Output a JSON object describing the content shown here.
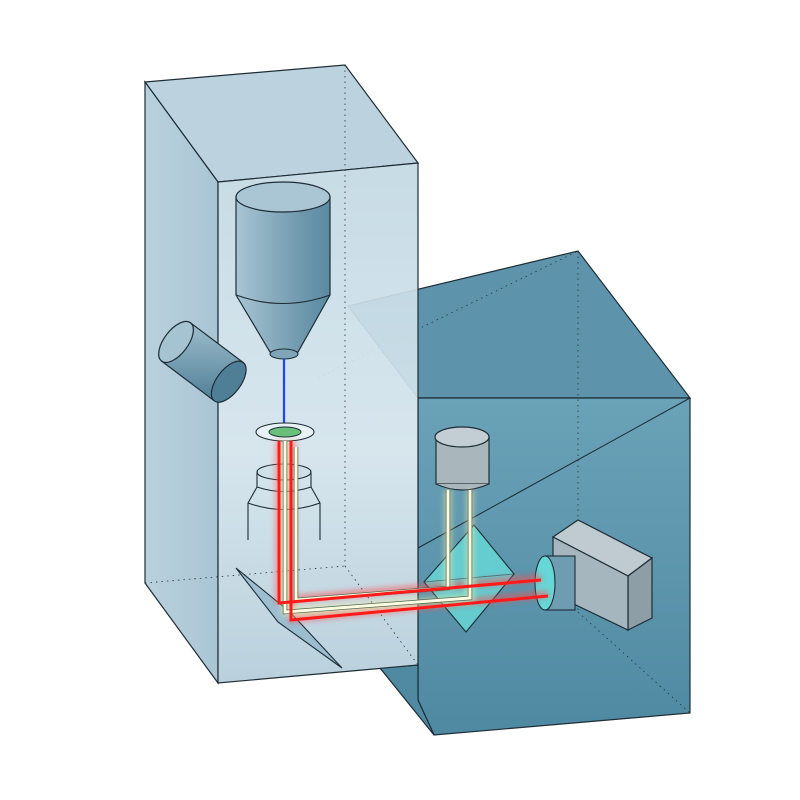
{
  "diagram": {
    "components": [
      {
        "id": "tall-enclosure",
        "label": ""
      },
      {
        "id": "dark-enclosure",
        "label": ""
      },
      {
        "id": "electron-column",
        "label": ""
      },
      {
        "id": "side-detector",
        "label": ""
      },
      {
        "id": "sample-stage",
        "label": ""
      },
      {
        "id": "objective-lens",
        "label": ""
      },
      {
        "id": "fold-mirror",
        "label": ""
      },
      {
        "id": "beam-splitter-cube",
        "label": ""
      },
      {
        "id": "light-source",
        "label": ""
      },
      {
        "id": "camera",
        "label": ""
      }
    ],
    "beams": [
      {
        "id": "electron-beam",
        "color": "#1a44ff"
      },
      {
        "id": "emission-beam",
        "color": "#ff1a1a"
      },
      {
        "id": "illumination-beam",
        "color": "#fffbe0"
      }
    ]
  },
  "colors": {
    "tall_box_light": "#d8e6ee",
    "tall_box_mid": "#b9d0dc",
    "dark_box_front": "#5f97ae",
    "dark_box_top": "#5a8fa6",
    "column_fill": "#8fb2c4",
    "cube_fill": "#66d6d6",
    "camera_fill": "#a6b6be",
    "source_fill": "#a9b7bd",
    "sample_green": "#6abf7a",
    "outline": "#1e2d36"
  }
}
